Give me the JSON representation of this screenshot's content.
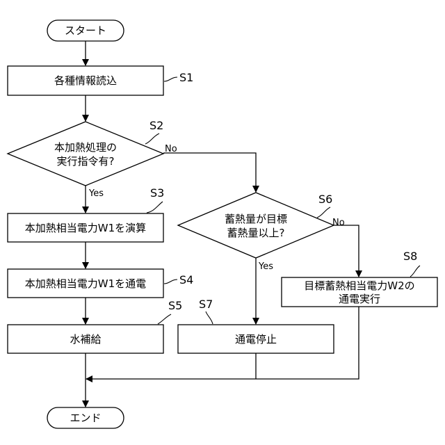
{
  "nodes": {
    "start": "スタート",
    "s1": "各種情報読込",
    "s2_line1": "本加熱処理の",
    "s2_line2": "実行指令有?",
    "s3": "本加熱相当電力W1を演算",
    "s4": "本加熱相当電力W1を通電",
    "s5": "水補給",
    "s6_line1": "蓄熱量が目標",
    "s6_line2": "蓄熱量以上?",
    "s7": "通電停止",
    "s8_line1": "目標蓄熱相当電力W2の",
    "s8_line2": "通電実行",
    "end": "エンド"
  },
  "step_tags": {
    "s1": "S1",
    "s2": "S2",
    "s3": "S3",
    "s4": "S4",
    "s5": "S5",
    "s6": "S6",
    "s7": "S7",
    "s8": "S8"
  },
  "edge_labels": {
    "s2_no": "No",
    "s2_yes": "Yes",
    "s6_no": "No",
    "s6_yes": "Yes"
  }
}
